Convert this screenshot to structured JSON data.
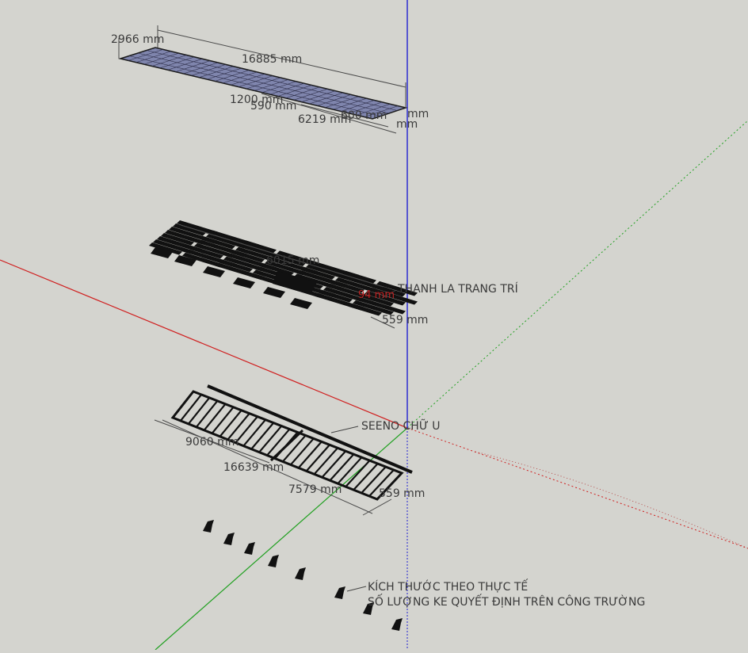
{
  "colors": {
    "background": "#d4d4cf",
    "axis_red": "#d02020",
    "axis_green": "#20a020",
    "axis_blue": "#2020d0",
    "panel_fill": "#7f85ad",
    "ink": "#111111"
  },
  "roof_panel": {
    "dim_width": "2966 mm",
    "dim_length": "16885 mm",
    "dim_a": "1200 mm",
    "dim_b": "590 mm",
    "dim_c": "6219 mm",
    "dim_d": "600 mm",
    "dim_e": "mm",
    "dim_f": "mm"
  },
  "slat_layer": {
    "dim_length": "6015 mm",
    "dim_red": "94 mm",
    "dim_end": "559 mm",
    "label": "THANH LA TRANG TRÍ"
  },
  "frame_layer": {
    "dim_a": "9060 mm",
    "dim_b": "16639 mm",
    "dim_c": "7579 mm",
    "dim_end": "559 mm",
    "label": "SEENO CHỮ U"
  },
  "brackets": {
    "note_line1": "KÍCH THƯỚC THEO THỰC TẾ",
    "note_line2": "SỐ LƯỢNG KE QUYẾT ĐỊNH TRÊN CÔNG TRƯỜNG"
  }
}
